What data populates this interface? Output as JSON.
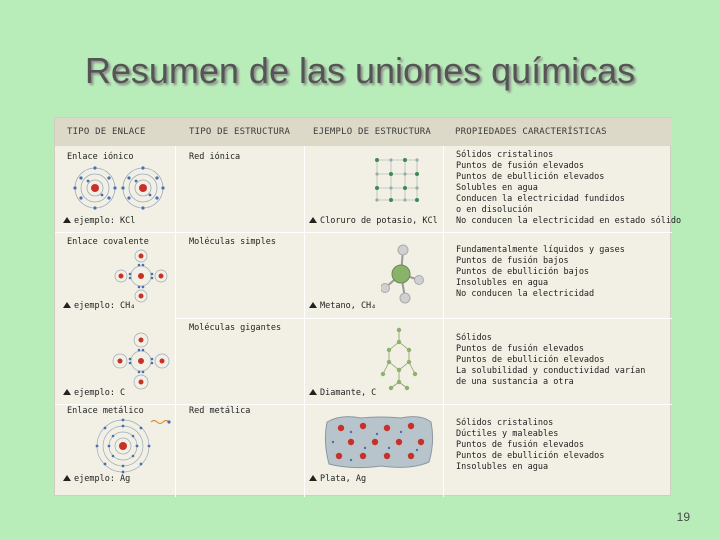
{
  "slide": {
    "title": "Resumen de las uniones químicas",
    "number": "19"
  },
  "table": {
    "headers": [
      "TIPO DE ENLACE",
      "TIPO DE ESTRUCTURA",
      "EJEMPLO DE ESTRUCTURA",
      "PROPIEDADES CARACTERÍSTICAS"
    ],
    "rows": [
      {
        "bond": "Enlace iónico",
        "bond_example": "ejemplo: KCl",
        "structure": "Red iónica",
        "structure_example": "Cloruro de potasio, KCl",
        "properties": [
          "Sólidos cristalinos",
          "Puntos de fusión elevados",
          "Puntos de ebullición elevados",
          "Solubles en agua",
          "Conducen la electricidad fundidos",
          "o en disolución",
          "No conducen la electricidad en estado sólido"
        ]
      },
      {
        "bond": "Enlace covalente",
        "bond_example": "ejemplo: CH₄",
        "structure": "Moléculas simples",
        "structure_example": "Metano, CH₄",
        "properties": [
          "Fundamentalmente líquidos y gases",
          "Puntos de fusión bajos",
          "Puntos de ebullición bajos",
          "Insolubles en agua",
          "No conducen la electricidad"
        ]
      },
      {
        "bond": "",
        "bond_example": "ejemplo: C",
        "structure": "Moléculas gigantes",
        "structure_example": "Diamante, C",
        "properties": [
          "Sólidos",
          "Puntos de fusión elevados",
          "Puntos de ebullición elevados",
          "La solubilidad y conductividad varían",
          "de una sustancia a otra"
        ]
      },
      {
        "bond": "Enlace metálico",
        "bond_example": "ejemplo: Ag",
        "structure": "Red metálica",
        "structure_example": "Plata, Ag",
        "properties": [
          "Sólidos cristalinos",
          "Dúctiles y maleables",
          "Puntos de fusión elevados",
          "Puntos de ebullición elevados",
          "Insolubles en agua"
        ]
      }
    ]
  },
  "colors": {
    "background": "#b8ecb8",
    "table_bg": "#f2f0e4",
    "header_bg": "#dcd9c8",
    "atom_red": "#c8302a",
    "electron_blue": "#4a6fb0",
    "atom_green": "#8ab26a"
  }
}
